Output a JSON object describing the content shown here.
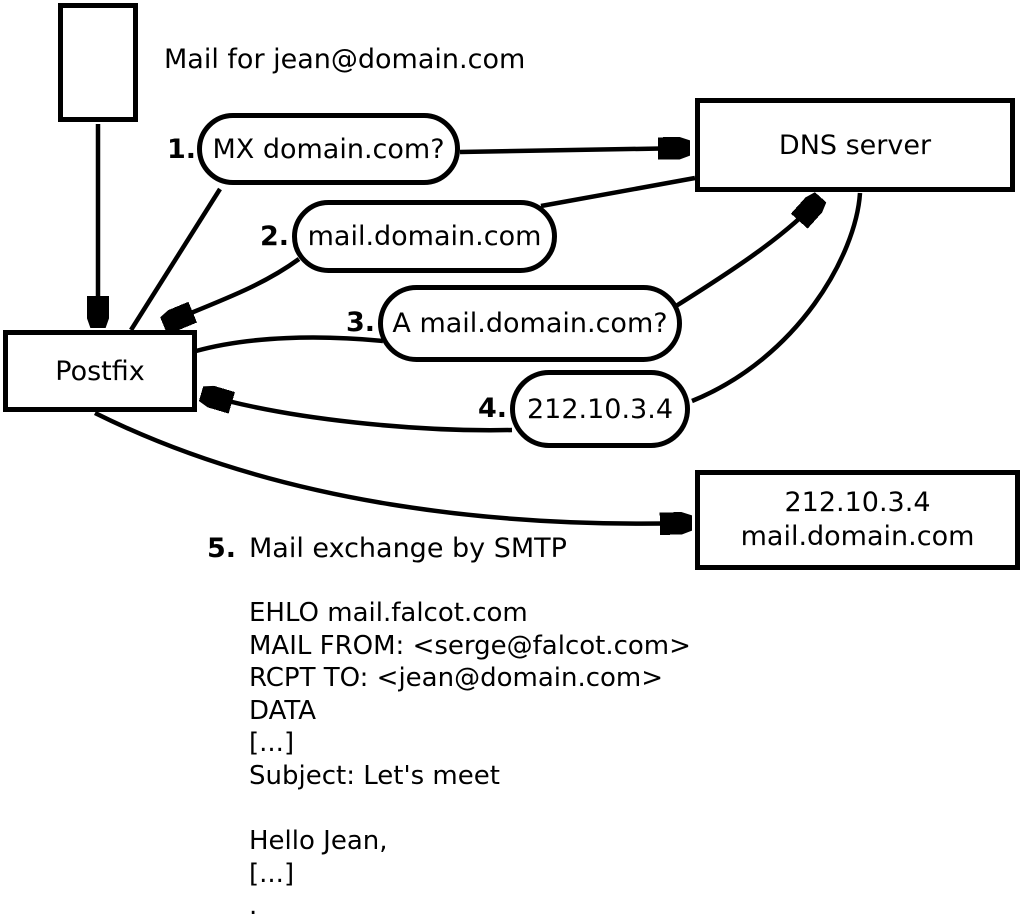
{
  "diagram": {
    "title_note": "Mail for jean@domain.com",
    "nodes": {
      "postfix": "Postfix",
      "dns_server": "DNS server",
      "mail_server_line1": "212.10.3.4",
      "mail_server_line2": "mail.domain.com"
    },
    "steps": [
      {
        "number": "1.",
        "label": "MX domain.com?"
      },
      {
        "number": "2.",
        "label": "mail.domain.com"
      },
      {
        "number": "3.",
        "label": "A mail.domain.com?"
      },
      {
        "number": "4.",
        "label": "212.10.3.4"
      },
      {
        "number": "5.",
        "label": "Mail exchange by SMTP"
      }
    ],
    "smtp_session_lines": [
      "EHLO mail.falcot.com",
      "MAIL FROM: <serge@falcot.com>",
      "RCPT TO: <jean@domain.com>",
      "DATA",
      "[...]",
      "Subject: Let's meet",
      "",
      "Hello Jean,",
      "[...]",
      "."
    ],
    "colors": {
      "ink": "#000000",
      "paper": "#ffffff"
    }
  }
}
